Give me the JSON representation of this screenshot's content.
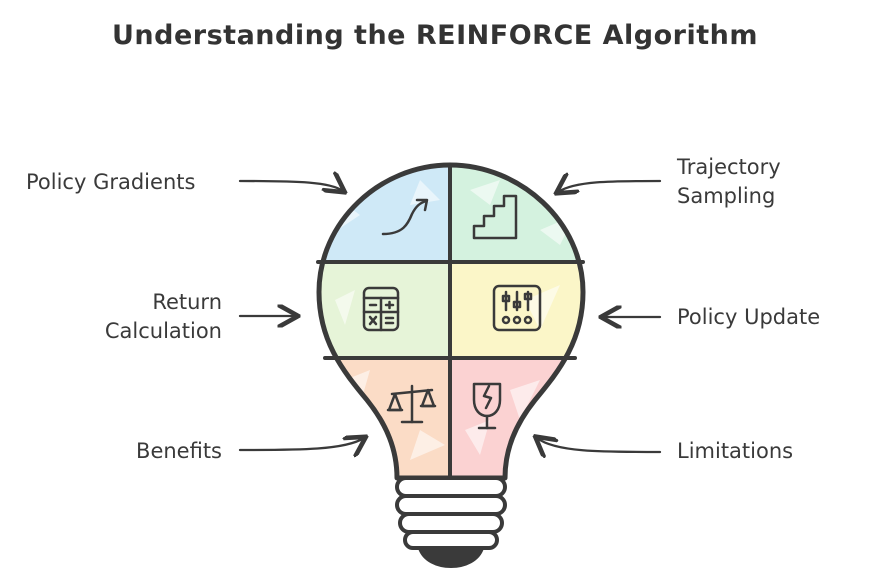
{
  "title": "Understanding the REINFORCE Algorithm",
  "labels": {
    "policy_gradients": "Policy Gradients",
    "trajectory_sampling_1": "Trajectory",
    "trajectory_sampling_2": "Sampling",
    "return_calculation_1": "Return",
    "return_calculation_2": "Calculation",
    "policy_update": "Policy Update",
    "benefits": "Benefits",
    "limitations": "Limitations"
  },
  "colors": {
    "policy_gradients": "#cfe9f7",
    "trajectory_sampling": "#d4f2df",
    "return_calculation": "#e6f4d8",
    "policy_update": "#fbf6c8",
    "benefits": "#fbdcc6",
    "limitations": "#fbd2d2",
    "outline": "#3a3a3a"
  },
  "icons": {
    "policy_gradients": "trend-arrow-icon",
    "trajectory_sampling": "stairs-icon",
    "return_calculation": "calculator-icon",
    "policy_update": "sliders-icon",
    "benefits": "balance-scale-icon",
    "limitations": "broken-glass-icon"
  }
}
